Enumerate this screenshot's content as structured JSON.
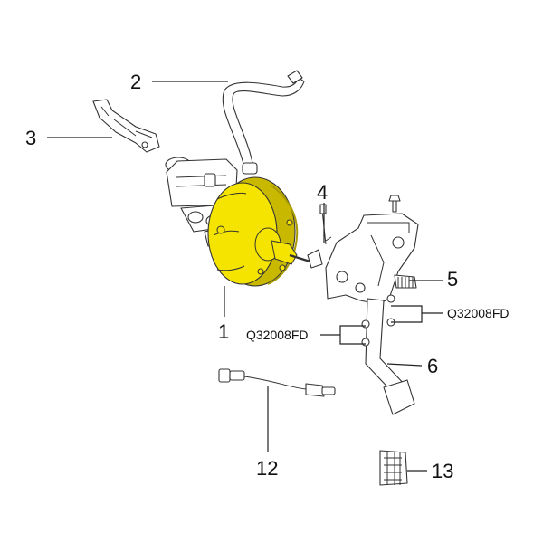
{
  "colors": {
    "highlight": "#f5e400",
    "highlight_dark": "#c9b800",
    "line": "#333333"
  },
  "callouts": {
    "brake_booster": "1",
    "vacuum_hose": "2",
    "bracket": "3",
    "clevis_pin": "4",
    "pedal_switch": "5",
    "brake_pedal": "6",
    "sensor_cable": "12",
    "pedal_pad": "13"
  },
  "fasteners": {
    "upper_nut_code": "Q32008FD",
    "lower_nut_code": "Q32008FD"
  }
}
